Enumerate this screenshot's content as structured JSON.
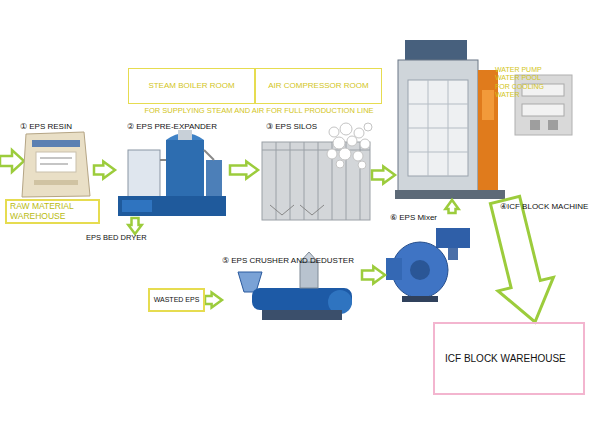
{
  "diagram": {
    "nodes": [
      {
        "text": [
          "STEAM BOILER ROOM"
        ]
      },
      {
        "text": [
          "AIR COMPRESSOR ROOM"
        ]
      },
      {
        "text": [
          "① EPS RESIN"
        ]
      },
      {
        "text": [
          "② EPS PRE-EXPANDER"
        ]
      },
      {
        "text": [
          "③ EPS SILOS"
        ]
      },
      {
        "text": [
          "④ICF BLOCK MACHINE"
        ]
      },
      {
        "text": [
          "RAW MATERIAL WAREHOUSE"
        ]
      },
      {
        "text": [
          "EPS BED DRYER"
        ]
      },
      {
        "text": [
          "⑥ EPS Mixer"
        ]
      },
      {
        "text": [
          "⑤ EPS CRUSHER AND DEDUSTER"
        ]
      },
      {
        "text": [
          "WASTED EPS"
        ]
      },
      {
        "text": [
          "ICF BLOCK WAREHOUSE"
        ]
      }
    ],
    "edges": [
      {
        "from": 2,
        "to": 3,
        "arrow": "to"
      },
      {
        "from": 3,
        "to": 4,
        "arrow": "to"
      },
      {
        "from": 4,
        "to": 5,
        "arrow": "to"
      },
      {
        "from": 3,
        "to": 7,
        "arrow": "to"
      },
      {
        "from": 10,
        "to": 9,
        "arrow": "to"
      },
      {
        "from": 9,
        "to": 8,
        "arrow": "to"
      },
      {
        "from": 8,
        "to": 5,
        "arrow": "to"
      },
      {
        "from": 5,
        "to": 11,
        "arrow": "to"
      }
    ],
    "labels": [
      "FOR SUPPLYING STEAM AND AIR FOR FULL PRODUCTION LINE",
      "WATER PUMP WATER POOL FOR COOLING WATER"
    ]
  }
}
